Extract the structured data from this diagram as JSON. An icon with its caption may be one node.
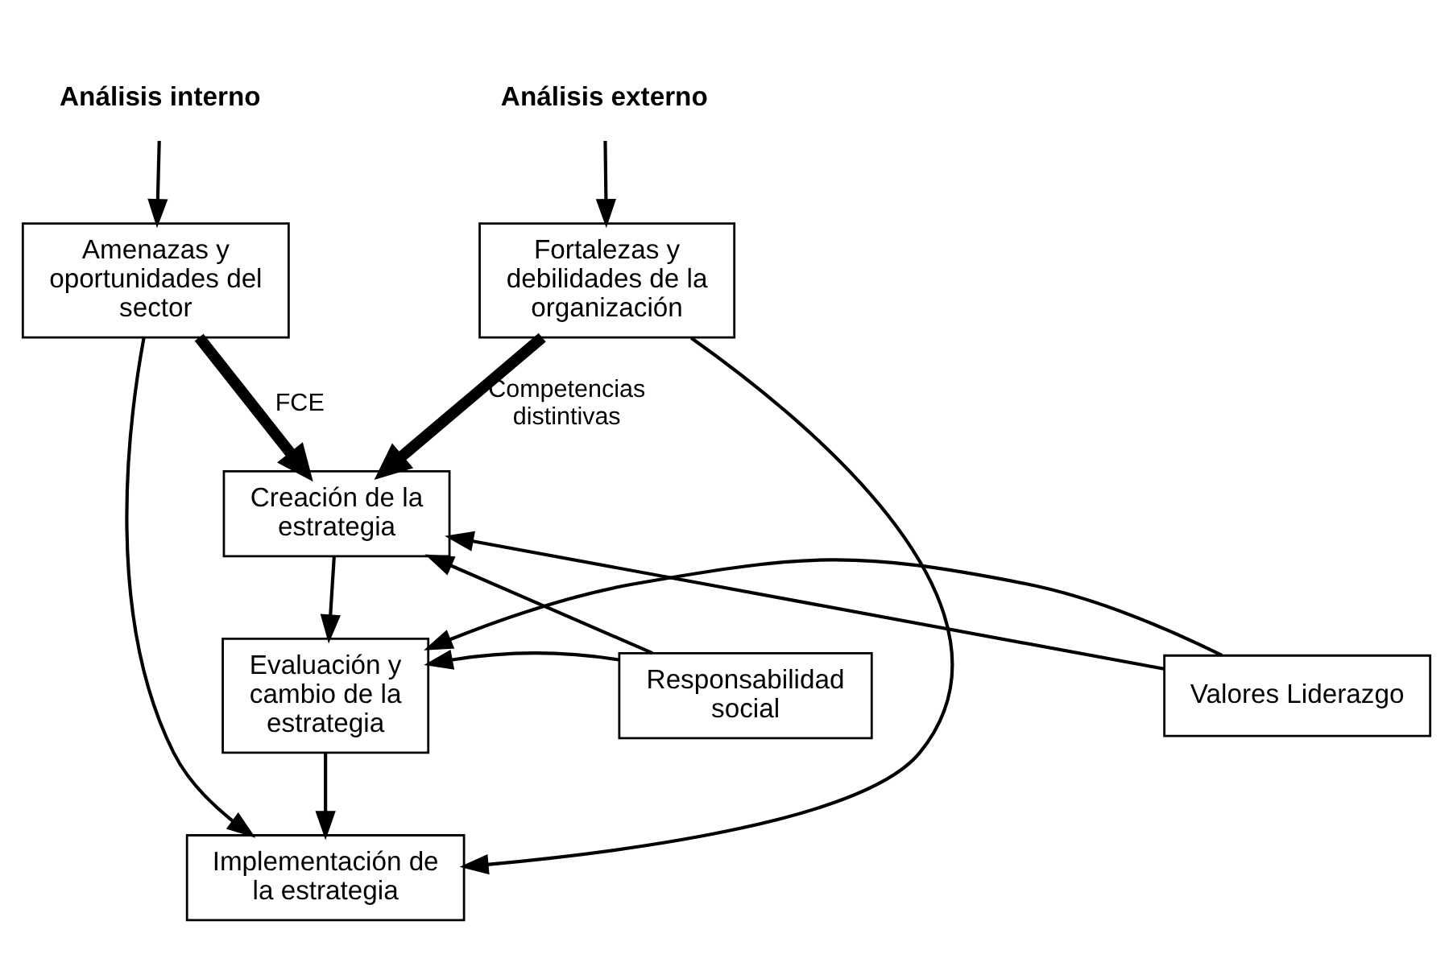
{
  "diagram": {
    "nodes": [
      {
        "text": [
          "Análisis interno"
        ]
      },
      {
        "text": [
          "Análisis externo"
        ]
      },
      {
        "text": [
          "Amenazas y oportunidades del sector"
        ]
      },
      {
        "text": [
          "Fortalezas y debilidades de la organización"
        ]
      },
      {
        "text": [
          "Creación de la estrategia"
        ]
      },
      {
        "text": [
          "Responsabilidad social"
        ]
      },
      {
        "text": [
          "Valores Liderazgo"
        ]
      },
      {
        "text": [
          "Evaluación y cambio de la estrategia"
        ]
      },
      {
        "text": [
          "Implementación de la estrategia"
        ]
      }
    ],
    "edges": [
      {
        "from": 0,
        "to": 2,
        "arrow": "to"
      },
      {
        "from": 1,
        "to": 3,
        "arrow": "to"
      },
      {
        "from": 2,
        "to": 4,
        "arrow": "to",
        "label": "FCE",
        "style": "thick"
      },
      {
        "from": 3,
        "to": 4,
        "arrow": "to",
        "label": "Competencias distintivas",
        "style": "thick"
      },
      {
        "from": 5,
        "to": 4,
        "arrow": "to"
      },
      {
        "from": 6,
        "to": 4,
        "arrow": "to"
      },
      {
        "from": 4,
        "to": 7,
        "arrow": "to"
      },
      {
        "from": 5,
        "to": 7,
        "arrow": "to"
      },
      {
        "from": 6,
        "to": 7,
        "arrow": "to"
      },
      {
        "from": 7,
        "to": 8,
        "arrow": "to"
      },
      {
        "from": 2,
        "to": 8,
        "arrow": "to"
      },
      {
        "from": 3,
        "to": 8,
        "arrow": "to"
      }
    ]
  }
}
